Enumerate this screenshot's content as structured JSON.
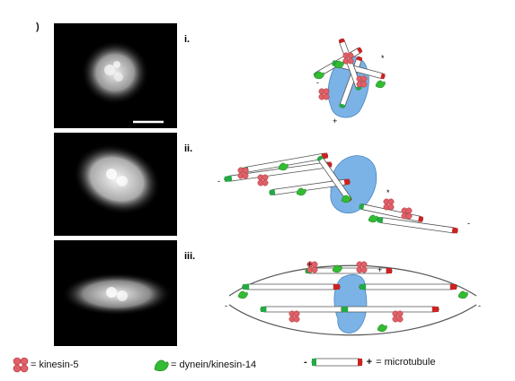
{
  "figure": {
    "corner_mark": ")",
    "stages": [
      {
        "label": "i."
      },
      {
        "label": "ii."
      },
      {
        "label": "iii."
      }
    ]
  },
  "legend": {
    "kinesin5": "= kinesin-5",
    "dynein": "= dynein/kinesin-14",
    "mt_minus": "-",
    "mt_plus": "+",
    "microtubule": "= microtubule"
  },
  "colors": {
    "kinesin5": "#e0606a",
    "dynein": "#33bb33",
    "chromatin": "#7bb3e6",
    "mt_minus_cap": "#22aa44",
    "mt_plus_cap": "#cc2222",
    "micrograph_bg": "#000000"
  }
}
